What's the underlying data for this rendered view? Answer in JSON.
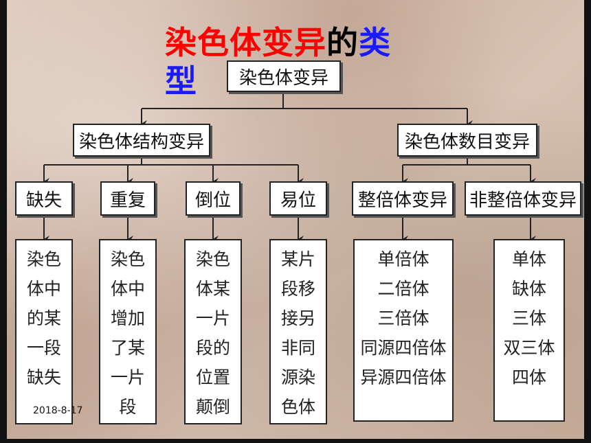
{
  "title": {
    "part1": "染色体变异",
    "part2": "的",
    "part3": "类",
    "part4": "型"
  },
  "root": "染色体变异",
  "categories": {
    "structural": "染色体结构变异",
    "numerical": "染色体数目变异"
  },
  "structural_types": [
    "缺失",
    "重复",
    "倒位",
    "易位"
  ],
  "numerical_types": [
    "整倍体变异",
    "非整倍体变异"
  ],
  "descriptions": {
    "deletion": [
      "染色",
      "体中",
      "的某",
      "一段",
      "缺失"
    ],
    "duplication": [
      "染色",
      "体中",
      "增加",
      "了某",
      "一片",
      "段"
    ],
    "inversion": [
      "染色",
      "体某",
      "一片",
      "段的",
      "位置",
      "颠倒"
    ],
    "translocation": [
      "某片",
      "段移",
      "接另",
      "非同",
      "源染",
      "色体"
    ],
    "euploid": [
      "单倍体",
      "二倍体",
      "三倍体",
      "同源四倍体",
      "异源四倍体"
    ],
    "aneuploid": [
      "单体",
      "缺体",
      "三体",
      "双三体",
      "四体"
    ]
  },
  "date": "2018-8-17"
}
